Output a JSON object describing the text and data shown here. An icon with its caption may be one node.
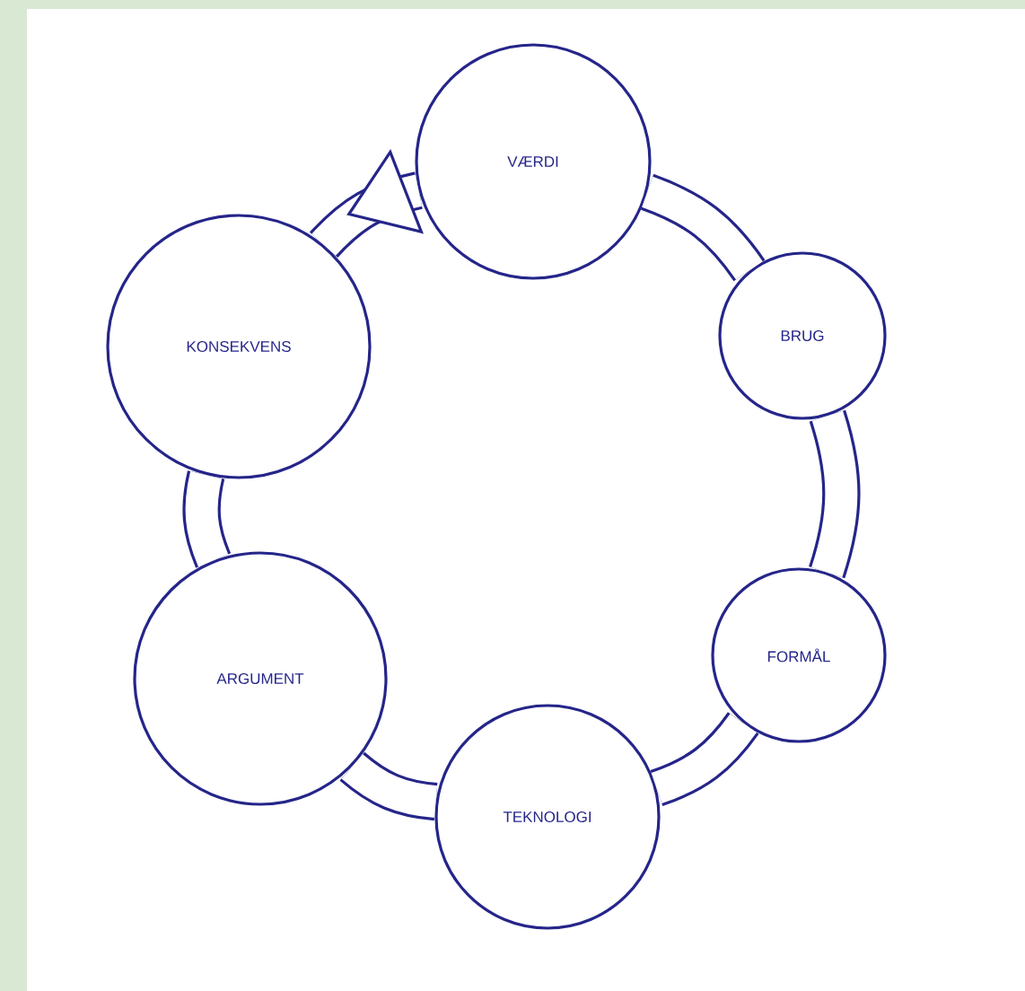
{
  "diagram": {
    "nodes": [
      {
        "text": [
          "VÆRDI"
        ]
      },
      {
        "text": [
          "BRUG"
        ]
      },
      {
        "text": [
          "FORMÅL"
        ]
      },
      {
        "text": [
          "TEKNOLOGI"
        ]
      },
      {
        "text": [
          "ARGUMENT"
        ]
      },
      {
        "text": [
          "KONSEKVENS"
        ]
      }
    ],
    "edges": [
      {
        "from": 0,
        "to": 1,
        "arrow": "none"
      },
      {
        "from": 1,
        "to": 2,
        "arrow": "none"
      },
      {
        "from": 2,
        "to": 3,
        "arrow": "none"
      },
      {
        "from": 3,
        "to": 4,
        "arrow": "none"
      },
      {
        "from": 4,
        "to": 5,
        "arrow": "none"
      },
      {
        "from": 0,
        "to": 5,
        "arrow": "to"
      }
    ]
  }
}
